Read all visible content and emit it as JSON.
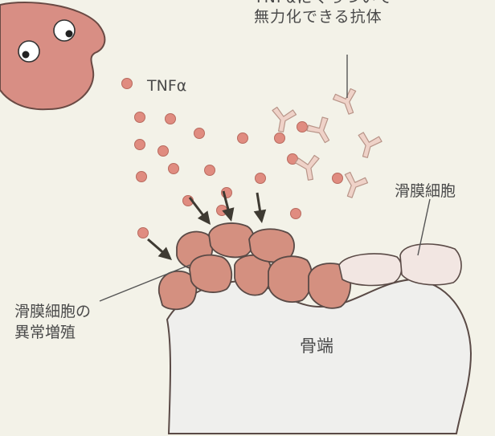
{
  "labels": {
    "antibody_line1": "TNFαにくっついて",
    "antibody_line2": "無力化できる抗体",
    "tnf": "TNFα",
    "synovial_cell": "滑膜細胞",
    "proliferation_line1": "滑膜細胞の",
    "proliferation_line2": "異常増殖",
    "bone_end": "骨端"
  },
  "colors": {
    "background": "#f3f2e8",
    "face": "#d88e84",
    "tnf_dot": "#e08c80",
    "antibody": "#efd2c8",
    "abnormal_cell": "#d49080",
    "normal_cell": "#f2e6e2",
    "bone": "#efefed",
    "arrow": "#3e3a32",
    "outline": "#5a4a46"
  }
}
